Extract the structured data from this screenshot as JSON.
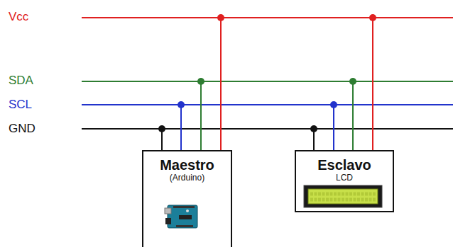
{
  "diagram": {
    "nodes": [
      {
        "text": [
          "Maestro",
          "(Arduino)"
        ]
      },
      {
        "text": [
          "Esclavo",
          "LCD"
        ]
      }
    ],
    "edges": [
      {
        "from": 0,
        "to": 1,
        "arrow": "none"
      },
      {
        "from": 0,
        "to": 1,
        "arrow": "none"
      },
      {
        "from": 0,
        "to": 1,
        "arrow": "none"
      },
      {
        "from": 0,
        "to": 1,
        "arrow": "none"
      }
    ],
    "labels": [
      "Vcc",
      "SDA",
      "SCL",
      "GND"
    ]
  }
}
